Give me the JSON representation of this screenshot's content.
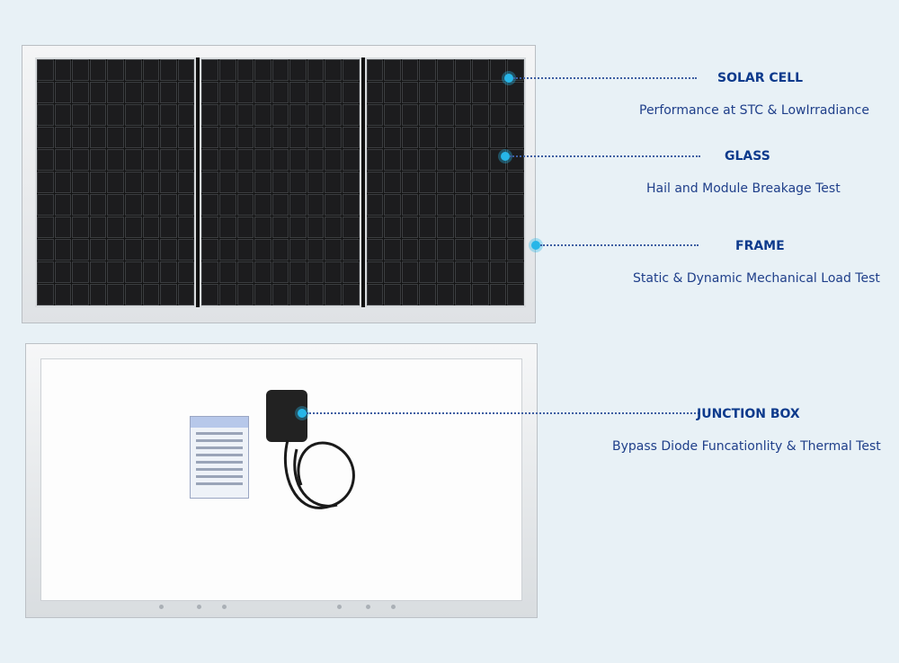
{
  "callouts": [
    {
      "title": "SOLAR CELL",
      "description": "Performance at STC & LowIrradiance"
    },
    {
      "title": "GLASS",
      "description": "Hail and Module Breakage Test"
    },
    {
      "title": "FRAME",
      "description": "Static & Dynamic Mechanical Load Test"
    },
    {
      "title": "JUNCTION BOX",
      "description": "Bypass Diode Funcationlity & Thermal Test"
    }
  ],
  "colors": {
    "background": "#e8f1f6",
    "title": "#0d3a8c",
    "description": "#1f3f8a",
    "dot": "#27b6e8",
    "leader": "#3e5fa2"
  },
  "icons": [
    "solar-panel-front-image",
    "solar-panel-back-image",
    "junction-box-image",
    "product-label-image"
  ]
}
